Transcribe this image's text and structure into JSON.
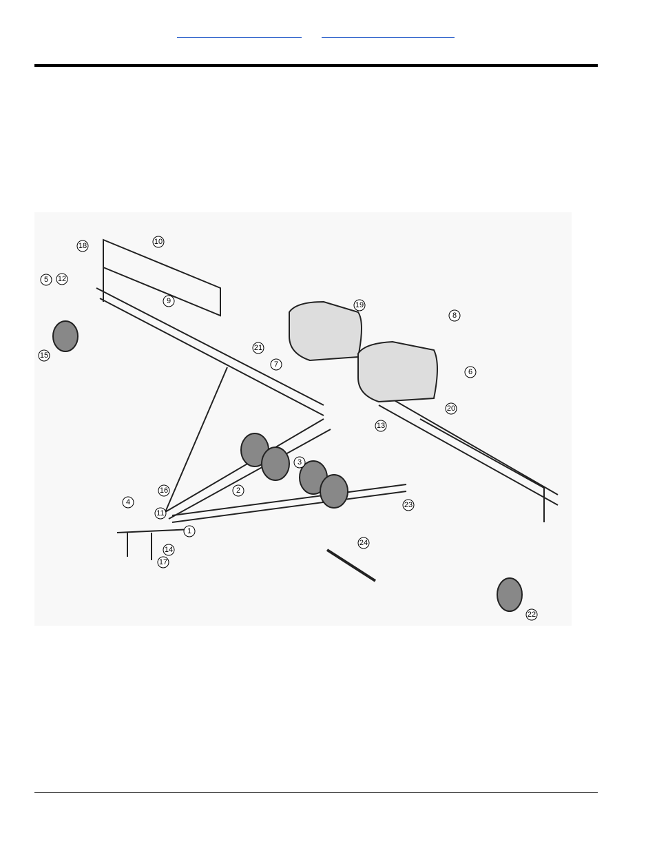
{
  "header": {
    "links": [
      "",
      ""
    ]
  },
  "figure": {
    "callouts": [
      "1",
      "2",
      "3",
      "4",
      "5",
      "6",
      "7",
      "8",
      "9",
      "10",
      "11",
      "12",
      "13",
      "14",
      "15",
      "16",
      "17",
      "18",
      "19",
      "20",
      "21",
      "22",
      "23",
      "24"
    ]
  }
}
